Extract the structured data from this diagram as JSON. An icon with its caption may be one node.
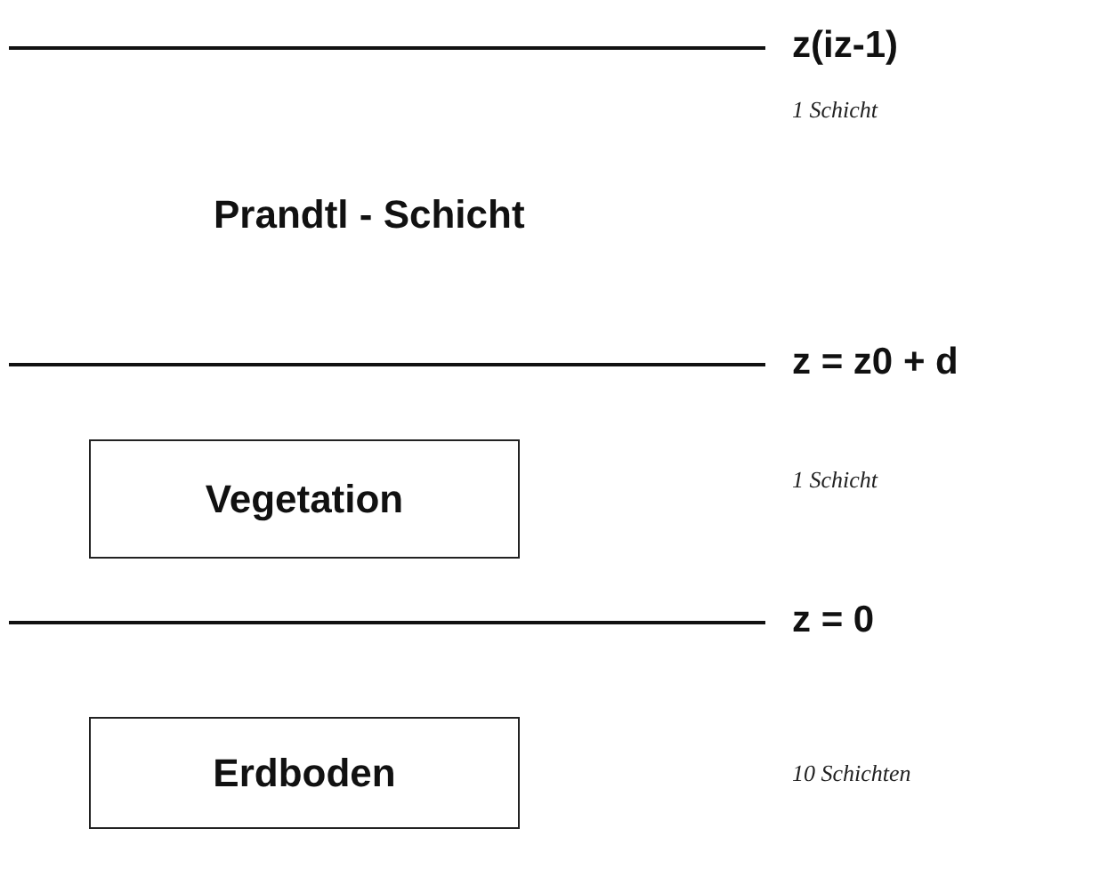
{
  "diagram": {
    "nodes": [
      {
        "text": [
          "Vegetation"
        ]
      },
      {
        "text": [
          "Erdboden"
        ]
      }
    ],
    "labels": [
      "z(iz-1)",
      "1 Schicht",
      "Prandtl - Schicht",
      "z = z0 + d",
      "1 Schicht",
      "z = 0",
      "10 Schichten"
    ]
  }
}
